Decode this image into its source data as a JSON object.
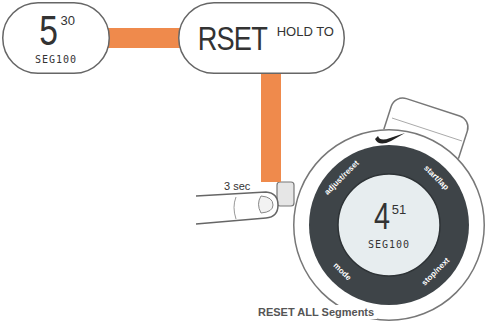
{
  "diagram": {
    "caption": "RESET ALL Segments",
    "nodes": [
      {
        "text": [
          "5",
          "30",
          "SEG100"
        ]
      },
      {
        "text": [
          "RSET",
          "HOLD TO"
        ]
      },
      {
        "text": [
          "adjust/reset",
          "start/lap",
          "mode",
          "stop/next"
        ]
      },
      {
        "text": [
          "4",
          "51",
          "SEG100"
        ],
        "in": 2
      }
    ],
    "edges": [
      {
        "from": 0,
        "to": 1,
        "arrow": "none"
      },
      {
        "from": 1,
        "to": 2,
        "arrow": "none"
      }
    ],
    "labels": [
      "3 sec"
    ]
  }
}
